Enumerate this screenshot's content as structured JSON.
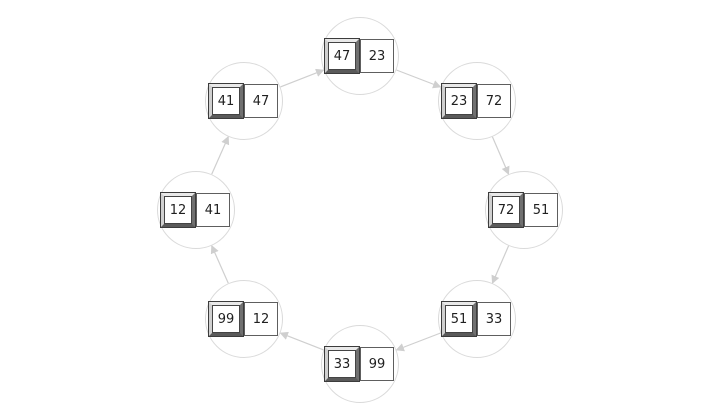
{
  "nodes": [
    {
      "value": "47",
      "next": "23"
    },
    {
      "value": "23",
      "next": "72"
    },
    {
      "value": "72",
      "next": "51"
    },
    {
      "value": "51",
      "next": "33"
    },
    {
      "value": "33",
      "next": "99"
    },
    {
      "value": "99",
      "next": "12"
    },
    {
      "value": "12",
      "next": "41"
    },
    {
      "value": "41",
      "next": "47"
    }
  ],
  "colors": {
    "arrow": "#cfcfcf",
    "circle": "#dadada"
  }
}
